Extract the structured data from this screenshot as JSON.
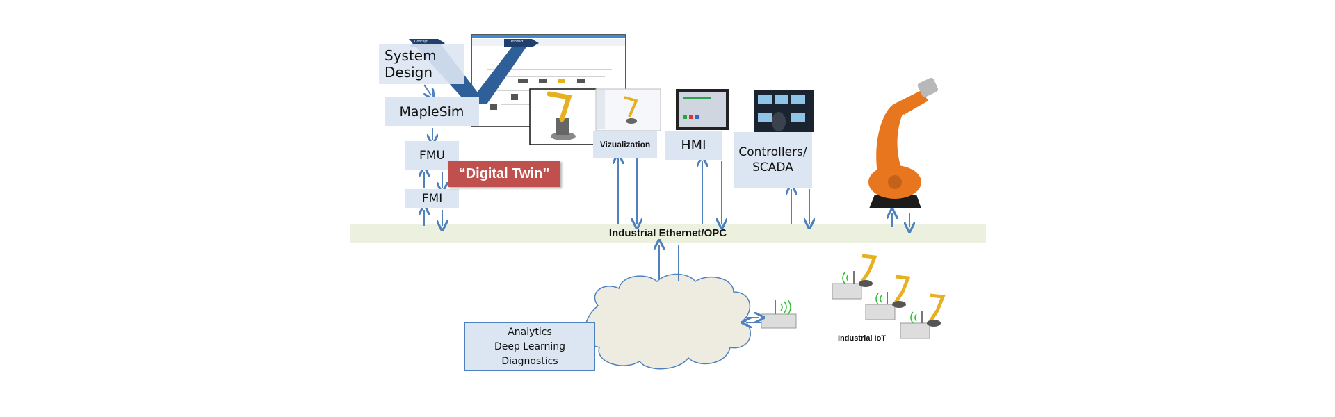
{
  "design": {
    "system_design": "System Design",
    "maplesim": "MapleSim",
    "fmu": "FMU",
    "fmi": "FMI",
    "digital_twin": "“Digital Twin”",
    "v_model_left": "Concept",
    "v_model_right": "Product"
  },
  "nodes": {
    "visualization": "Vizualization",
    "hmi": "HMI",
    "controllers": "Controllers/ SCADA"
  },
  "network": {
    "bus_label": "Industrial Ethernet/OPC"
  },
  "cloud": {
    "analytics_lines": [
      "Analytics",
      "Deep Learning",
      "Diagnostics"
    ]
  },
  "iot": {
    "label": "Industrial IoT"
  },
  "colors": {
    "box_fill": "#dce6f2",
    "arrow": "#4f81bd",
    "digital_twin": "#c0504d",
    "bus": "#ebf1de",
    "cloud_fill": "#eeece1",
    "robot_orange": "#e8761e",
    "iot_robot_yellow": "#e6b020"
  }
}
